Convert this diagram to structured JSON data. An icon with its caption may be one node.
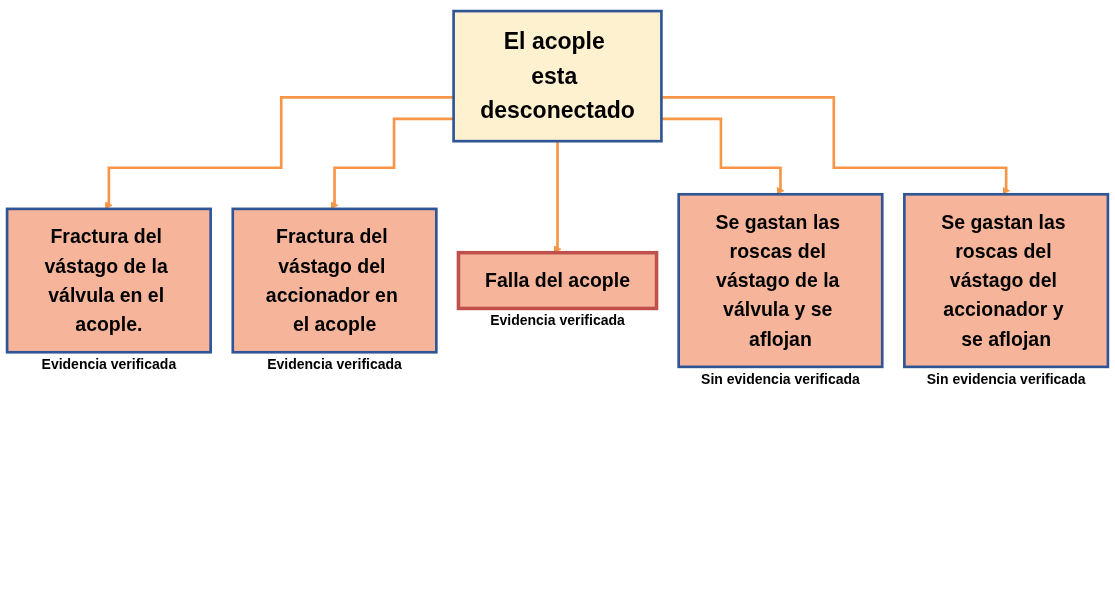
{
  "diagram": {
    "nodes": [
      {
        "text": [
          "El acople esta desconectado"
        ]
      },
      {
        "text": [
          "Fractura del vástago de la válvula en el acople."
        ],
        "beside": [
          "Evidencia verificada"
        ]
      },
      {
        "text": [
          "Fractura del vástago del accionador en el acople"
        ],
        "beside": [
          "Evidencia verificada"
        ]
      },
      {
        "text": [
          "Falla del acople"
        ],
        "beside": [
          "Evidencia verificada"
        ]
      },
      {
        "text": [
          "Se gastan las roscas del vástago de la válvula y se aflojan"
        ],
        "beside": [
          "Sin evidencia verificada"
        ]
      },
      {
        "text": [
          "Se gastan las roscas del vástago del accionador y se aflojan"
        ],
        "beside": [
          "Sin evidencia verificada"
        ]
      }
    ],
    "edges": [
      {
        "from": 0,
        "to": 1,
        "arrow": "to"
      },
      {
        "from": 0,
        "to": 2,
        "arrow": "to"
      },
      {
        "from": 0,
        "to": 3,
        "arrow": "to"
      },
      {
        "from": 0,
        "to": 4,
        "arrow": "to"
      },
      {
        "from": 0,
        "to": 5,
        "arrow": "to"
      }
    ]
  }
}
